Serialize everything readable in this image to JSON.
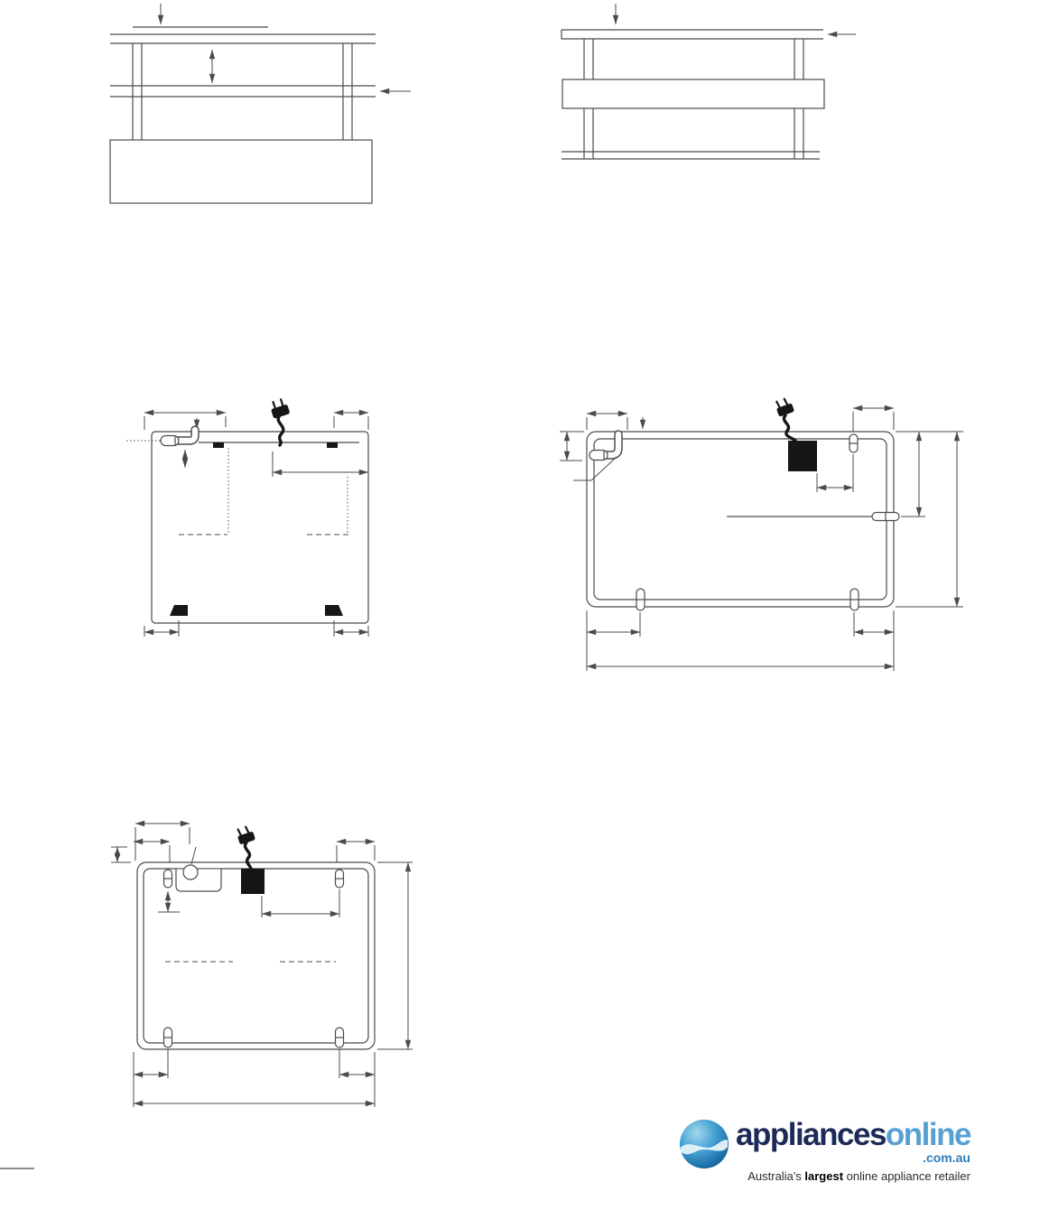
{
  "page": {
    "background_color": "#ffffff"
  },
  "logo": {
    "brand_primary": "appliances",
    "brand_secondary": "online",
    "tld": ".com.au",
    "tagline_prefix": "Australia's ",
    "tagline_bold": "largest",
    "tagline_suffix": " online appliance retailer",
    "colors": {
      "brand_primary_text": "#1c2b57",
      "brand_secondary_text": "#56a0d3",
      "tld_text": "#2f7db6",
      "sphere_blue": "#1a72ad"
    }
  }
}
